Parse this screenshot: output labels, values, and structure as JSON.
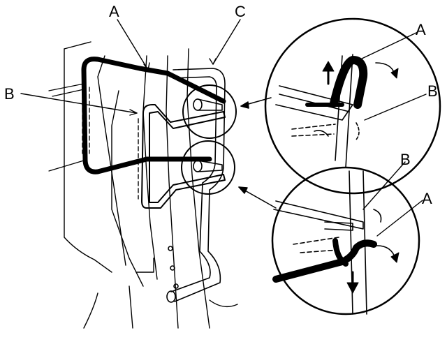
{
  "labels": {
    "main_a": "A",
    "main_b": "B",
    "main_c": "C",
    "upper_detail_a": "A",
    "upper_detail_b": "B",
    "lower_detail_b": "B",
    "lower_detail_a": "A"
  },
  "colors": {
    "ink": "#000000",
    "paper": "#ffffff"
  }
}
